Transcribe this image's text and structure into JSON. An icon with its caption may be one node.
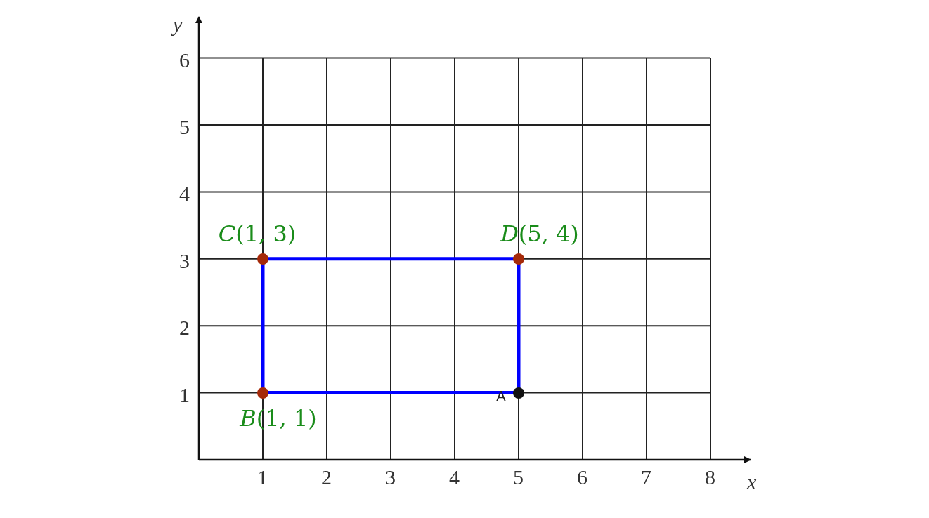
{
  "diagram": {
    "nodes": [
      {
        "text": [
          "*C*(1, 3)"
        ]
      },
      {
        "text": [
          "*D*(5, 4)"
        ]
      },
      {
        "text": [
          "*B*(1, 1)"
        ]
      },
      {
        "text": [
          "A"
        ]
      }
    ],
    "edges": [
      {
        "from": 0,
        "to": 1,
        "arrow": "none"
      },
      {
        "from": 1,
        "to": 3,
        "arrow": "none"
      },
      {
        "from": 3,
        "to": 2,
        "arrow": "none"
      },
      {
        "from": 2,
        "to": 0,
        "arrow": "none"
      }
    ],
    "labels": [
      "y",
      "6",
      "5",
      "4",
      "3",
      "2",
      "1",
      "1",
      "2",
      "3",
      "4",
      "5",
      "6",
      "7",
      "8",
      "x"
    ]
  }
}
